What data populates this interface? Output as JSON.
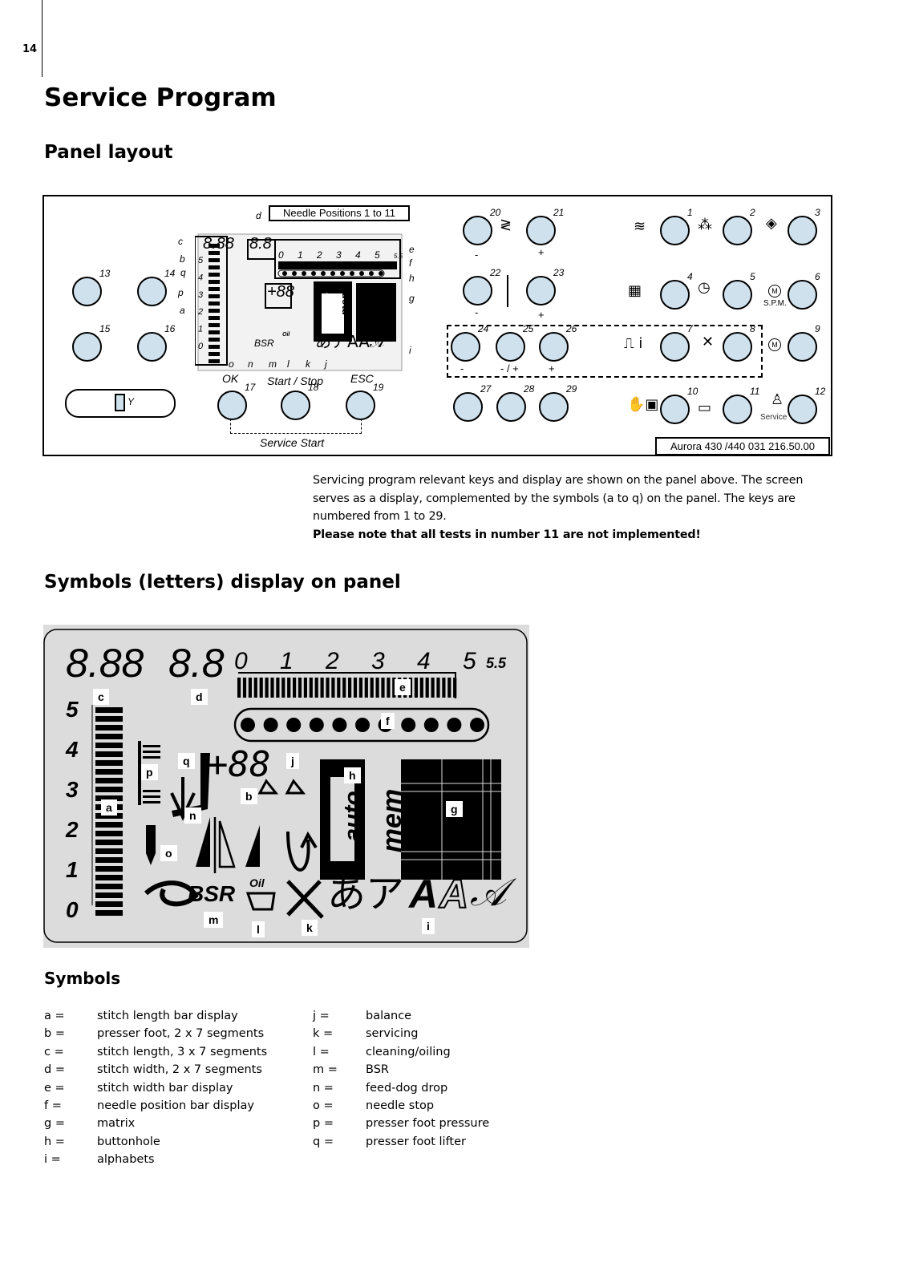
{
  "page_number": "14",
  "title": "Service Program",
  "section_panel": {
    "heading": "Panel layout",
    "needle_positions_label": "Needle Positions 1 to 11",
    "model_label": "Aurora 430 /440   031 216.50.00",
    "service_start_label": "Service Start",
    "ok_label": "OK",
    "start_stop_label": "Start / Stop",
    "esc_label": "ESC",
    "y_slider_label": "Y",
    "spm_label": "S.P.M.",
    "service_icon_label": "Service",
    "motor_label": "M",
    "minus": "-",
    "plus": "+",
    "minus_plus": "- / +",
    "small_lcd": {
      "digits_c": "8.88",
      "digits_d": "8.8",
      "digits_b": "+88",
      "scale": [
        "0",
        "1",
        "2",
        "3",
        "4",
        "5",
        "5.5"
      ],
      "vscale": [
        "5",
        "4",
        "3",
        "2",
        "1",
        "0"
      ],
      "auto": "auto",
      "mem": "mem",
      "bsr": "BSR",
      "oil": "Oil",
      "alphabets": "あアAA𝒜"
    },
    "letters": [
      "a",
      "b",
      "c",
      "d",
      "e",
      "f",
      "g",
      "h",
      "i",
      "j",
      "k",
      "l",
      "m",
      "n",
      "o",
      "p",
      "q"
    ],
    "keys": [
      "1",
      "2",
      "3",
      "4",
      "5",
      "6",
      "7",
      "8",
      "9",
      "10",
      "11",
      "12",
      "13",
      "14",
      "15",
      "16",
      "17",
      "18",
      "19",
      "20",
      "21",
      "22",
      "23",
      "24",
      "25",
      "26",
      "27",
      "28",
      "29"
    ],
    "icons": [
      "stitch-pattern-icon",
      "numbered-pattern-icon",
      "quilt-icon",
      "bobbin-counter-icon",
      "clock-hours-icon",
      "motor-icon",
      "sewing-machine-info-icon",
      "tools-icon",
      "motor-icon",
      "hand-frame-icon",
      "sensor-icon",
      "service-person-icon",
      "zigzag-icon",
      "straight-line-icon"
    ]
  },
  "description": {
    "text": "Servicing program relevant keys and display are shown on the panel above. The screen serves as a display, complemented by the symbols (a to q) on the panel. The keys are numbered from 1 to 29.",
    "note": "Please note that all tests in number 11 are not implemented!"
  },
  "section_lcd": {
    "heading": "Symbols (letters) display on panel",
    "digits_c": "8.88",
    "digits_d": "8.8",
    "digits_b": "+88",
    "scale": [
      "0",
      "1",
      "2",
      "3",
      "4",
      "5",
      "5.5"
    ],
    "vscale": [
      "5",
      "4",
      "3",
      "2",
      "1",
      "0"
    ],
    "auto": "auto",
    "mem": "mem",
    "bsr": "BSR",
    "oil": "Oil",
    "alpha_jp": "あア",
    "alpha_a1": "A",
    "alpha_a2": "A",
    "alpha_script": "𝒜",
    "labels": [
      "c",
      "d",
      "e",
      "f",
      "p",
      "q",
      "b",
      "j",
      "h",
      "a",
      "n",
      "g",
      "o",
      "i",
      "m",
      "l",
      "k"
    ]
  },
  "symbols": {
    "heading": "Symbols",
    "left": [
      {
        "key": "a =",
        "desc": "stitch length bar display"
      },
      {
        "key": "b =",
        "desc": "presser foot, 2 x 7 segments"
      },
      {
        "key": "c =",
        "desc": "stitch length, 3 x 7 segments"
      },
      {
        "key": "d =",
        "desc": "stitch width, 2 x 7 segments"
      },
      {
        "key": "e =",
        "desc": "stitch width bar display"
      },
      {
        "key": "f =",
        "desc": "needle position bar display"
      },
      {
        "key": "g =",
        "desc": "matrix"
      },
      {
        "key": "h =",
        "desc": "buttonhole"
      },
      {
        "key": "i =",
        "desc": "alphabets"
      }
    ],
    "right": [
      {
        "key": "j =",
        "desc": "balance"
      },
      {
        "key": "k =",
        "desc": "servicing"
      },
      {
        "key": "l =",
        "desc": "cleaning/oiling"
      },
      {
        "key": "m =",
        "desc": "BSR"
      },
      {
        "key": "n =",
        "desc": "feed-dog drop"
      },
      {
        "key": "o =",
        "desc": "needle stop"
      },
      {
        "key": "p =",
        "desc": "presser foot pressure"
      },
      {
        "key": "q =",
        "desc": "presser foot lifter"
      }
    ]
  },
  "colors": {
    "button_fill": "#cfe1ed",
    "lcd_bg": "#dcdcdc"
  }
}
